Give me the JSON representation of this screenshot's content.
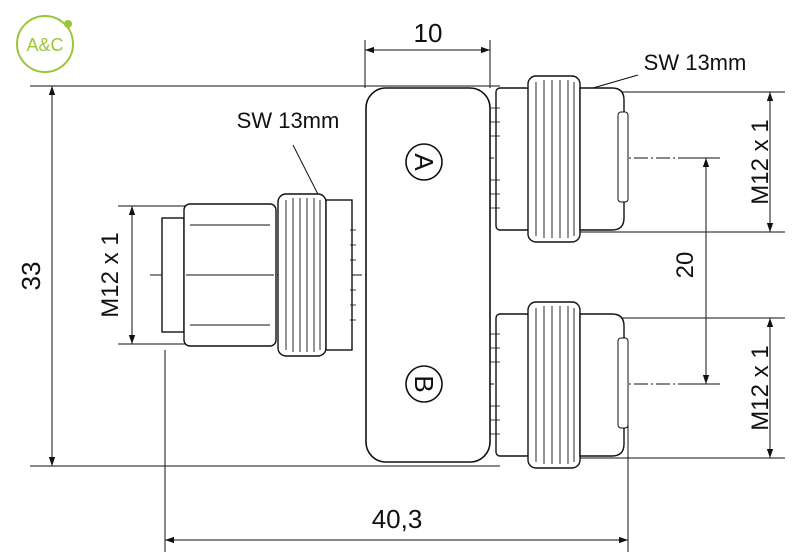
{
  "logo": {
    "text": "A&C",
    "color": "#9bc63a"
  },
  "dimensions": {
    "top_width": "10",
    "overall_height": "33",
    "port_spacing": "20",
    "overall_length": "40,3"
  },
  "threads": {
    "male": "M12 x 1",
    "female_a": "M12 x 1",
    "female_b": "M12 x 1"
  },
  "wrench_sizes": {
    "male": "SW 13mm",
    "female": "SW 13mm"
  },
  "ports": {
    "a": "A",
    "b": "B"
  },
  "colors": {
    "line": "#111111",
    "accent": "#9bc63a"
  }
}
